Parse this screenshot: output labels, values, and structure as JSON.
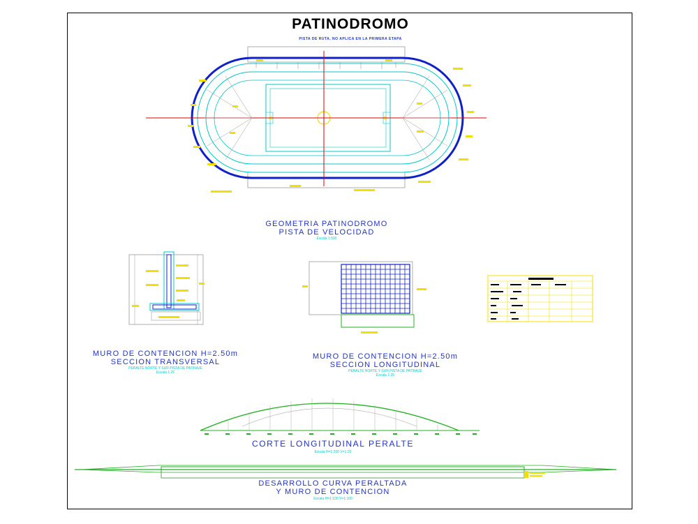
{
  "sheet": {
    "title": "PATINODROMO",
    "subtitle": "PISTA DE RUTA, NO APLICA EN LA PRIMERA ETAPA"
  },
  "captions": {
    "geometry": {
      "line1": "GEOMETRIA PATINODROMO",
      "line2": "PISTA DE VELOCIDAD",
      "scale": "Escala 1:500"
    },
    "wall_transverse": {
      "line1": "MURO DE CONTENCION H=2.50m",
      "line2": "SECCION TRANSVERSAL",
      "note": "PERALTE NORTE Y SUR PISTA DE PATINAJE",
      "scale": "Escala 1:25"
    },
    "wall_longitudinal": {
      "line1": "MURO DE CONTENCION H=2.50m",
      "line2": "SECCION LONGITUDINAL",
      "note": "PERALTE NORTE Y SUR PISTA DE PATINAJE",
      "scale": "Escala 1:25"
    },
    "longitudinal_cut": {
      "line1": "CORTE LONGITUDINAL PERALTE",
      "scale": "Escala H=1:200 V=1:20"
    },
    "development": {
      "line1": "DESARROLLO CURVA PERALTADA",
      "line2": "Y MURO DE CONTENCION",
      "scale": "Escala H=1:100 V=1:100"
    }
  },
  "colors": {
    "track_outer": "#1020c8",
    "track_lines": "#00c8c8",
    "axis": "#e00000",
    "annotation": "#f0e000",
    "wall_grid": "#1020c8",
    "profile": "#20b020",
    "caption": "#2233cc"
  }
}
